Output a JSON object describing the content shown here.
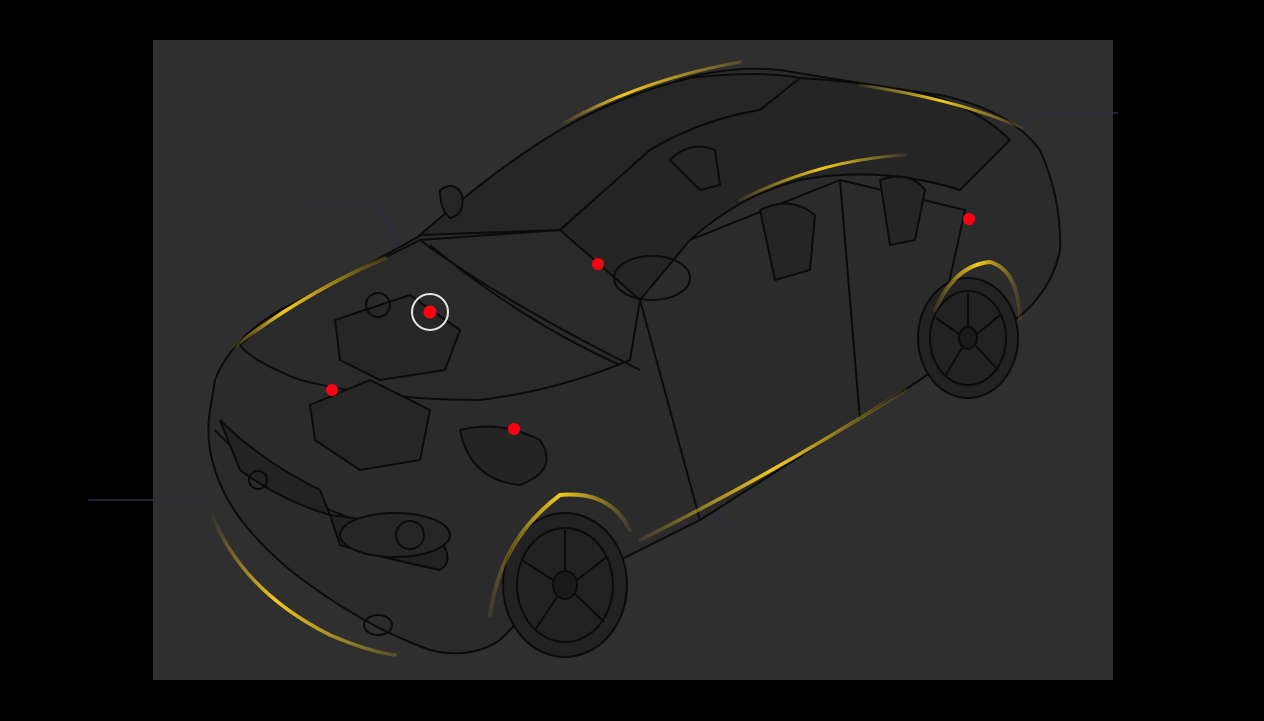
{
  "colors": {
    "page_background": "#000000",
    "panel_background": "#2f2f2f",
    "car_outline": "#0a0a0a",
    "accent_trim": "#f2c81e",
    "hotspot": "#ff0012",
    "hotspot_ring": "#e6e6e6",
    "leader_line": "#2a2d45"
  },
  "hotspots": [
    {
      "id": "engine-cover",
      "state": "selected"
    },
    {
      "id": "cabin-dashboard",
      "state": "default"
    },
    {
      "id": "rear-quarter",
      "state": "default"
    },
    {
      "id": "engine-block",
      "state": "default"
    },
    {
      "id": "engine-bay-lower",
      "state": "default"
    }
  ],
  "icons": {
    "hotspot": "red-dot-icon",
    "selected_hotspot": "target-ring-icon"
  }
}
